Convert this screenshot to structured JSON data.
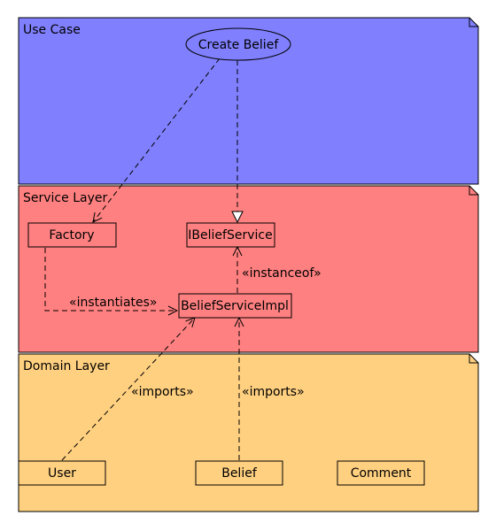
{
  "packages": {
    "use_case": {
      "label": "Use Case",
      "color": "#8080ff"
    },
    "service": {
      "label": "Service Layer",
      "color": "#ff8080"
    },
    "domain": {
      "label": "Domain Layer",
      "color": "#ffd080"
    }
  },
  "nodes": {
    "create_belief": "Create Belief",
    "factory": "Factory",
    "ibelief_service": "IBeliefService",
    "belief_service_impl": "BeliefServiceImpl",
    "user": "User",
    "belief": "Belief",
    "comment": "Comment"
  },
  "edges": {
    "instanceof": "«instanceof»",
    "instantiates": "«instantiates»",
    "imports_user": "«imports»",
    "imports_belief": "«imports»"
  }
}
